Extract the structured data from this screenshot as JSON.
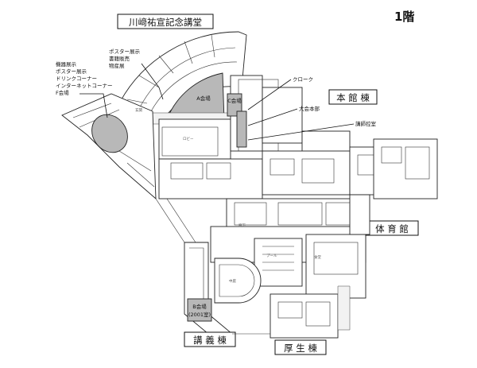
{
  "floor_label": "1階",
  "buildings": {
    "kawasaki_hall": "川﨑祐宣記念講堂",
    "main_building": "本 館 棟",
    "gymnasium": "体 育 館",
    "lecture_building": "講 義 棟",
    "welfare_building": "厚 生 棟"
  },
  "venues": {
    "a_hall": "A会場",
    "c_hall": "C会場",
    "f_hall": "F会場",
    "b_hall_line1": "B会場",
    "b_hall_line2": "(2001室)"
  },
  "annotations": {
    "poster_group": [
      "ポスター展示",
      "書籍販売",
      "物産展"
    ],
    "left_group": [
      "機器展示",
      "ポスター展示",
      "ドリンクコーナー",
      "インターネットコーナー",
      "F会場"
    ],
    "cloakroom": "クローク",
    "headquarters": "大会本部",
    "lecturer_room": "講師控室"
  },
  "room_labels": {
    "lobby": "ロビー",
    "corridor": "廊下",
    "dining": "食堂",
    "courtyard": "中庭",
    "pool": "プール",
    "entrance": "玄関"
  }
}
